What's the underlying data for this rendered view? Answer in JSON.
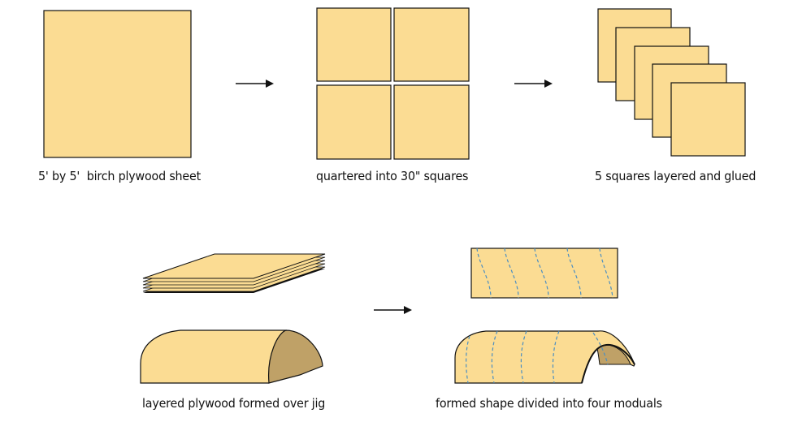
{
  "colors": {
    "panel_fill": "#FBDC93",
    "panel_stroke": "#111111",
    "shadow_fill": "#BFA167",
    "dashed_line": "#4A8EC2",
    "arrow": "#111111"
  },
  "steps": [
    {
      "caption": "5' by 5'  birch plywood sheet"
    },
    {
      "caption": "quartered into 30\" squares"
    },
    {
      "caption": "5 squares layered and glued"
    },
    {
      "caption": "layered plywood formed over jig"
    },
    {
      "caption": "formed shape divided into four moduals"
    }
  ]
}
